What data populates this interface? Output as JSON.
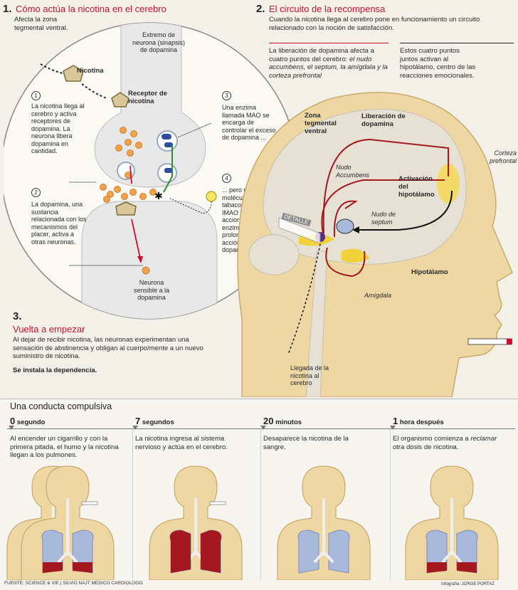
{
  "section1": {
    "number": "1.",
    "title": "Cómo actúa la nicotina en el cerebro",
    "subtitle": "Afecta la zona tegmental ventral.",
    "labels": {
      "extremo": "Extremo de neurona (sinapsis) de dopamina",
      "nicotina": "Nicotina",
      "receptor": "Receptor de nicotina",
      "neurona_sensible": "Neurona sensible a la dopamina"
    },
    "steps": [
      {
        "num": "1",
        "text": "La nicotina llega al cerebro y activa receptores de dopamina. La neurona libera dopamina en cantidad."
      },
      {
        "num": "2",
        "text": "La dopamina, una sustancia relacionada con los mecanismos del placer, activa a otras neuronas."
      },
      {
        "num": "3",
        "text": "Una enzima llamada MAO se encarga de controlar el exceso de dopamina ..."
      },
      {
        "num": "4",
        "text": "... pero una molécula del tabaco llamada IMAO bloquea el accionar de la enzima MAO y prolonga la acción de la dopamina."
      }
    ]
  },
  "section2": {
    "number": "2.",
    "title": "El circuito de la recompensa",
    "intro": "Cuando la nicotina llega al cerebro pone en funcionamiento un circuito relacionado con la noción de satisfacción.",
    "left_note": "La liberación de dopamina afecta a cuatro puntos del cerebro:",
    "left_note_italic": "el nudo accumbens, el septum, la amígdala y la corteza prefrontal",
    "right_note": "Estos cuatro puntos juntos activan al hipotálamo, centro de las reacciones emocionales.",
    "labels": {
      "zona": "Zona tegmental ventral",
      "liberacion": "Liberación de dopamina",
      "corteza": "Corteza prefrontal",
      "nudo_acc": "Nudo Accumbens",
      "activacion": "Activación del hipotálamo",
      "septum": "Nudo de septum",
      "detalle": "DETALLE",
      "hipotalamo": "Hipotálamo",
      "amigdala": "Amígdala",
      "llegada": "Llegada de la nicotina al cerebro"
    }
  },
  "section3": {
    "number": "3.",
    "title": "Vuelta a empezar",
    "text": "Al dejar de recibir nicotina, las neuronas experimentan una sensación de abstinencia y obligan al cuerpo/mente a un nuevo suministro de nicotina.",
    "bold": "Se instala la dependencia."
  },
  "timeline": {
    "title": "Una conducta compulsiva",
    "steps": [
      {
        "num": "0",
        "unit": "segundo",
        "text": "Al encender un cigarrillo y con la primera pitada, el humo y la nicotina llegan a los pulmones."
      },
      {
        "num": "7",
        "unit": "segundos",
        "text": "La nicotina ingresa al sistema nervioso y actúa en el cerebro."
      },
      {
        "num": "20",
        "unit": "minutos",
        "text": "Desaparece la nicotina de la sangre."
      },
      {
        "num": "1",
        "unit": "hora después",
        "text_pre": "El organismo comienza a ",
        "text_it": "reclamar",
        "text_post": " otra dosis de nicotina."
      }
    ]
  },
  "credits": {
    "fuente": "FUENTE: SCIENCE & VIE | SILVIO NAJT MEDICO CARDIOLOGO.",
    "infografia": "Infografía: JORGE PORTAZ"
  },
  "colors": {
    "red": "#c8102e",
    "skin": "#efd7a3",
    "orange": "#f2a34a",
    "lung_blue": "#a9b9dc",
    "lung_red": "#a3191f"
  }
}
